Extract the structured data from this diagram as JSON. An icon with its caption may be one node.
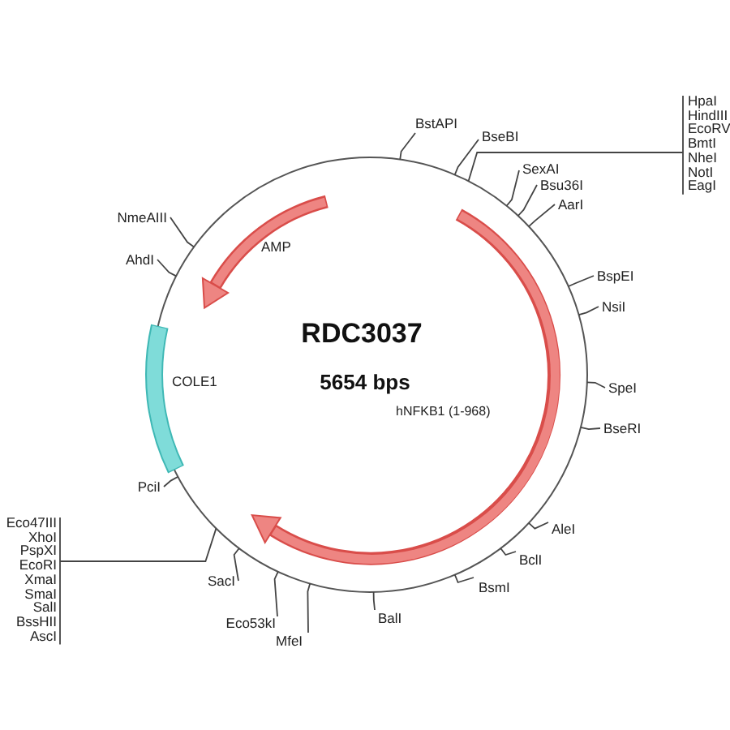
{
  "diagram": {
    "title": "RDC3037",
    "nodes": [
      {
        "text": [
          "BstAPI"
        ]
      },
      {
        "text": [
          "BseBI"
        ]
      },
      {
        "text": [
          "HpaI",
          "HindIII",
          "EcoRV",
          "BmtI",
          "NheI",
          "NotI",
          "EagI"
        ]
      },
      {
        "text": [
          "SexAI"
        ]
      },
      {
        "text": [
          "Bsu36I"
        ]
      },
      {
        "text": [
          "AarI"
        ]
      },
      {
        "text": [
          "NmeAIII"
        ]
      },
      {
        "text": [
          "AhdI"
        ]
      },
      {
        "text": [
          "BspEI"
        ]
      },
      {
        "text": [
          "NsiI"
        ]
      },
      {
        "text": [
          "SpeI"
        ]
      },
      {
        "text": [
          "BseRI"
        ]
      },
      {
        "text": [
          "PciI"
        ]
      },
      {
        "text": [
          "Eco47III",
          "XhoI",
          "PspXI",
          "EcoRI",
          "XmaI",
          "SmaI",
          "SalI",
          "BssHII",
          "AscI"
        ]
      },
      {
        "text": [
          "AleI"
        ]
      },
      {
        "text": [
          "BclI"
        ]
      },
      {
        "text": [
          "BsmI"
        ]
      },
      {
        "text": [
          "SacI"
        ]
      },
      {
        "text": [
          "Eco53kI"
        ]
      },
      {
        "text": [
          "MfeI"
        ]
      },
      {
        "text": [
          "BalI"
        ]
      }
    ],
    "edges": [
      {
        "from": 0,
        "to": null,
        "arrow": "none"
      },
      {
        "from": 1,
        "to": null,
        "arrow": "none"
      },
      {
        "from": 2,
        "to": null,
        "arrow": "none"
      },
      {
        "from": 3,
        "to": null,
        "arrow": "none"
      },
      {
        "from": 4,
        "to": null,
        "arrow": "none"
      },
      {
        "from": 5,
        "to": null,
        "arrow": "none"
      },
      {
        "from": 6,
        "to": null,
        "arrow": "none"
      },
      {
        "from": 7,
        "to": null,
        "arrow": "none"
      },
      {
        "from": 8,
        "to": null,
        "arrow": "none"
      },
      {
        "from": 9,
        "to": null,
        "arrow": "none"
      },
      {
        "from": 10,
        "to": null,
        "arrow": "none"
      },
      {
        "from": 11,
        "to": null,
        "arrow": "none"
      },
      {
        "from": 12,
        "to": null,
        "arrow": "none"
      },
      {
        "from": 13,
        "to": null,
        "arrow": "none"
      },
      {
        "from": 14,
        "to": null,
        "arrow": "none"
      },
      {
        "from": 15,
        "to": null,
        "arrow": "none"
      },
      {
        "from": 16,
        "to": null,
        "arrow": "none"
      },
      {
        "from": 17,
        "to": null,
        "arrow": "none"
      },
      {
        "from": 18,
        "to": null,
        "arrow": "none"
      },
      {
        "from": 19,
        "to": null,
        "arrow": "none"
      },
      {
        "from": 20,
        "to": null,
        "arrow": "none"
      }
    ],
    "labels": [
      "AMP",
      "COLE1",
      "5654 bps",
      "hNFKB1 (1-968)"
    ]
  }
}
